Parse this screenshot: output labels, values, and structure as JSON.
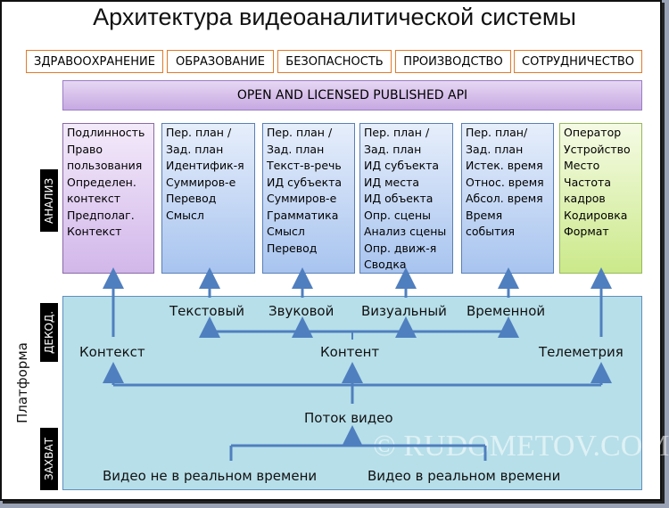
{
  "title": "Архитектура видеоаналитической системы",
  "categories": [
    "ЗДРАВООХРАНЕНИЕ",
    "ОБРАЗОВАНИЕ",
    "БЕЗОПАСНОСТЬ",
    "ПРОИЗВОДСТВО",
    "СОТРУДНИЧЕСТВО"
  ],
  "api": "OPEN AND LICENSED PUBLISHED API",
  "side": {
    "analysis": "АНАЛИЗ",
    "decode": "ДЕКОД.",
    "capture": "ЗАХВАТ",
    "platform": "Платформа"
  },
  "boxes": [
    [
      "Подлинность",
      "Право",
      "пользования",
      "Определен.",
      "контекст",
      "Предполаг.",
      "Контекст"
    ],
    [
      "Пер. план /",
      "Зад. план",
      "Идентифик-я",
      "Суммиров-е",
      "Перевод",
      "Смысл"
    ],
    [
      "Пер. план /",
      "Зад. план",
      "Текст-в-речь",
      "ИД субъекта",
      "Суммиров-е",
      "Грамматика",
      "Смысл",
      "Перевод"
    ],
    [
      "Пер. план /",
      "Зад. план",
      "ИД субъекта",
      "ИД места",
      "ИД объекта",
      "Опр. сцены",
      "Анализ сцены",
      "Опр. движ-я",
      "Сводка"
    ],
    [
      "Пер. план/",
      "Зад. план",
      "Истек. время",
      "Относ. время",
      "Абсол. время",
      "Время",
      "события"
    ],
    [
      "Оператор",
      "Устройство",
      "Место",
      "Частота",
      "кадров",
      "Кодировка",
      "Формат"
    ]
  ],
  "decoders": [
    "Текстовый",
    "Звуковой",
    "Визуальный",
    "Временной"
  ],
  "streams": {
    "context": "Контекст",
    "content": "Контент",
    "telemetry": "Телеметрия",
    "video_stream": "Поток видео",
    "offline": "Видео не в реальном времени",
    "realtime": "Видео в реальном времени"
  },
  "watermark": "© RUDOMETOV.COM"
}
